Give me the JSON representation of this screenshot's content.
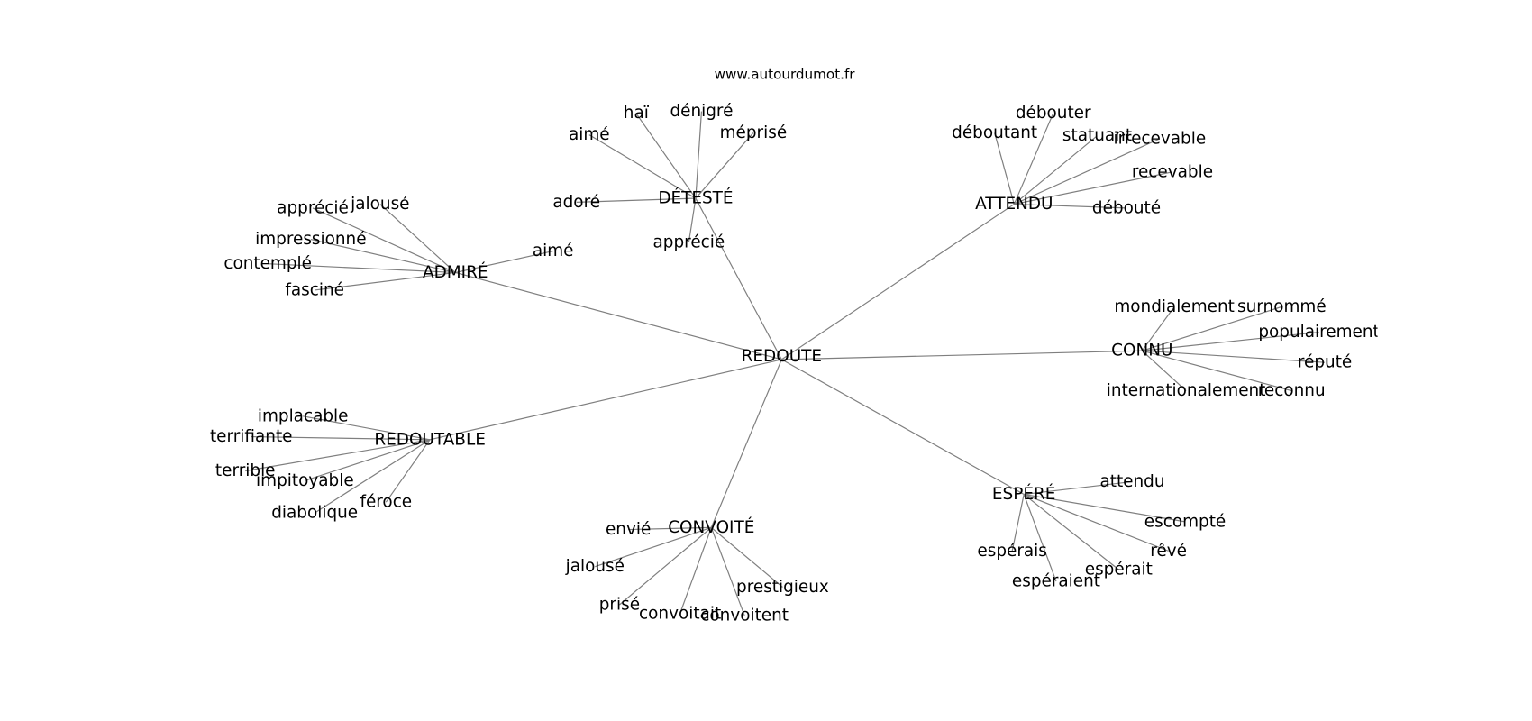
{
  "title": "www.autourdumot.fr",
  "colors": {
    "edge": "#7f7f7f",
    "text": "#000000",
    "background": "#ffffff"
  },
  "root": "REDOUTE",
  "groups": [
    {
      "hub": "ADMIRÉ",
      "leaves": [
        "apprécié",
        "jalousé",
        "impressionné",
        "contemplé",
        "fasciné",
        "aimé"
      ]
    },
    {
      "hub": "DÉTESTÉ",
      "leaves": [
        "haï",
        "dénigré",
        "aimé",
        "méprisé",
        "adoré",
        "apprécié"
      ]
    },
    {
      "hub": "ATTENDU",
      "leaves": [
        "débouter",
        "déboutant",
        "statuant",
        "irrecevable",
        "recevable",
        "débouté"
      ]
    },
    {
      "hub": "CONNU",
      "leaves": [
        "mondialement",
        "surnommé",
        "populairement",
        "réputé",
        "internationalement",
        "reconnu"
      ]
    },
    {
      "hub": "ESPÉRÉ",
      "leaves": [
        "attendu",
        "escompté",
        "rêvé",
        "espérait",
        "espéraient",
        "espérais"
      ]
    },
    {
      "hub": "CONVOITÉ",
      "leaves": [
        "envié",
        "jalousé",
        "prisé",
        "convoitait",
        "convoitent",
        "prestigieux"
      ]
    },
    {
      "hub": "REDOUTABLE",
      "leaves": [
        "implacable",
        "terrifiante",
        "terrible",
        "impitoyable",
        "diabolique",
        "féroce"
      ]
    }
  ]
}
